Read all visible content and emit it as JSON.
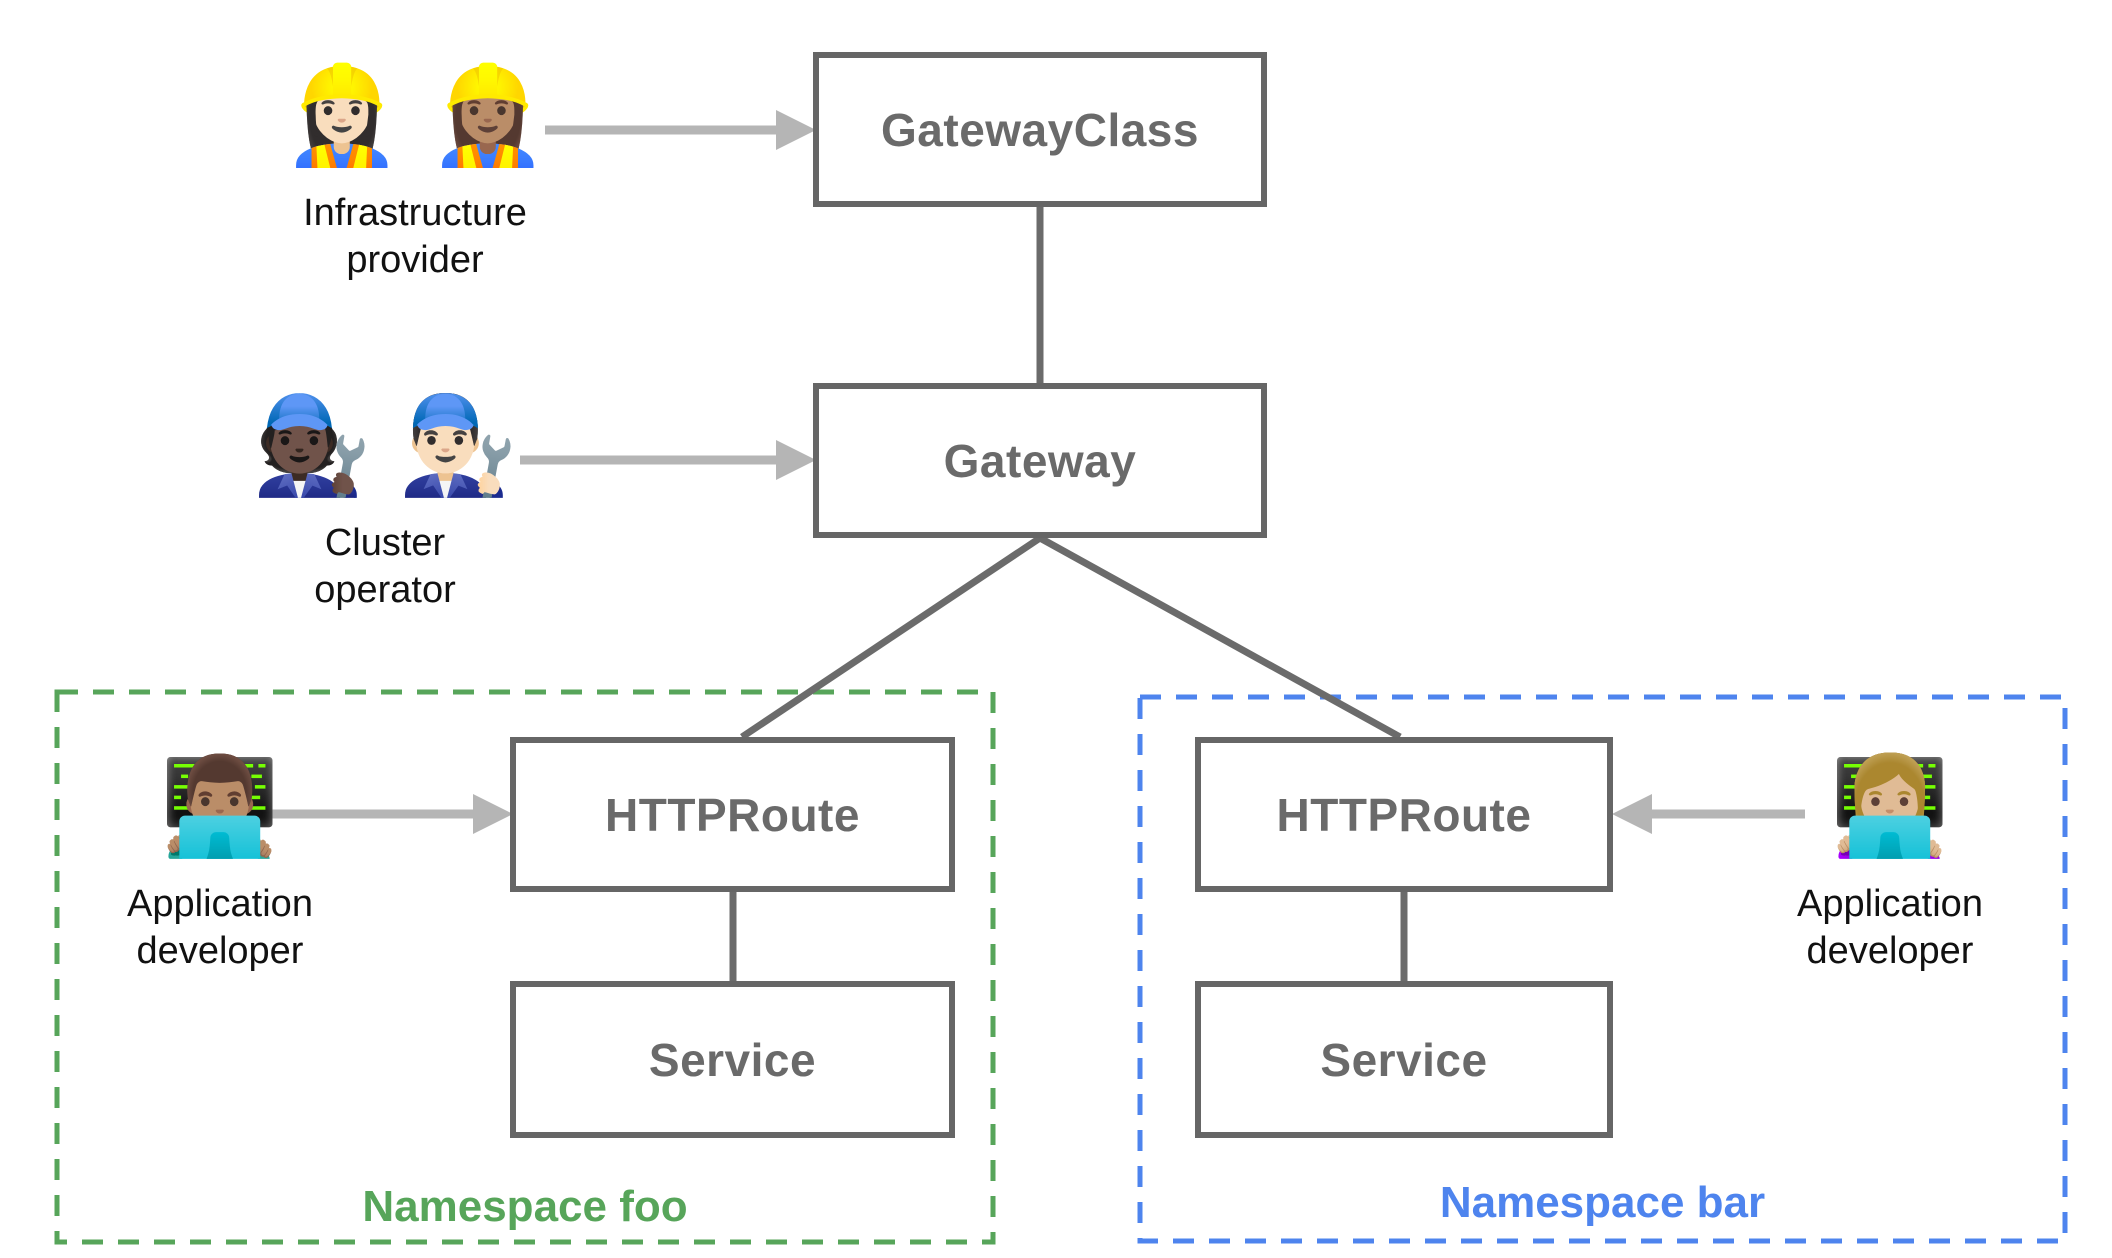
{
  "diagram": {
    "nodes": {
      "gateway_class": {
        "label": "GatewayClass"
      },
      "gateway": {
        "label": "Gateway"
      },
      "httproute_foo": {
        "label": "HTTPRoute"
      },
      "service_foo": {
        "label": "Service"
      },
      "httproute_bar": {
        "label": "HTTPRoute"
      },
      "service_bar": {
        "label": "Service"
      }
    },
    "personas": {
      "infrastructure_provider": {
        "icons": "👷🏻‍♀️ 👷🏽‍♀️",
        "lines": [
          "Infrastructure",
          "provider"
        ]
      },
      "cluster_operator": {
        "icons": "🧑🏿‍🔧 👨🏻‍🔧",
        "lines": [
          "Cluster",
          "operator"
        ]
      },
      "app_developer_foo": {
        "icons": "👨🏽‍💻",
        "lines": [
          "Application",
          "developer"
        ]
      },
      "app_developer_bar": {
        "icons": "👩🏼‍💻",
        "lines": [
          "Application",
          "developer"
        ]
      }
    },
    "namespaces": {
      "foo": {
        "label": "Namespace foo",
        "color": "#57a55a"
      },
      "bar": {
        "label": "Namespace bar",
        "color": "#4e84ee"
      }
    },
    "colors": {
      "node_border": "#666666",
      "node_text": "#6a6a6a",
      "connector": "#6b6b6b",
      "arrow": "#b5b5b5",
      "persona_text": "#111111",
      "background": "#ffffff"
    }
  }
}
